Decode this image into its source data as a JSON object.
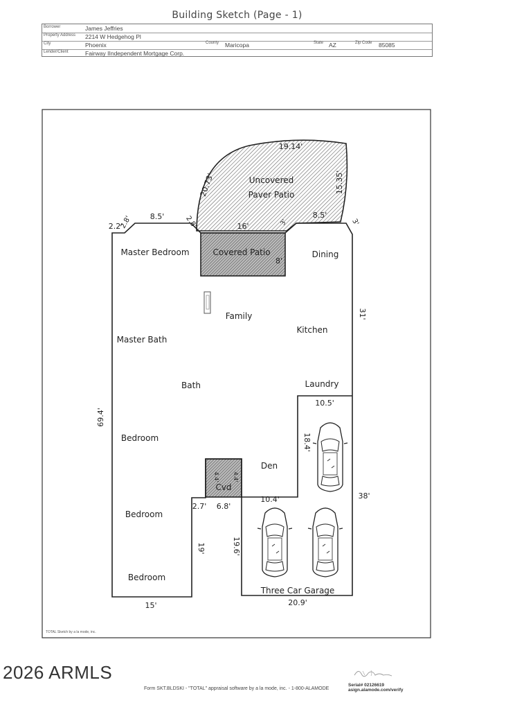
{
  "title": "Building Sketch (Page - 1)",
  "header": {
    "borrower_label": "Borrower",
    "borrower": "James Jeffries",
    "property_address_label": "Property Address",
    "property_address": "2214 W Hedgehog Pl",
    "city_label": "City",
    "city": "Phoenix",
    "county_label": "County",
    "county": "Maricopa",
    "state_label": "State",
    "state": "AZ",
    "zip_label": "Zip Code",
    "zip": "85085",
    "lender_label": "Lender/Client",
    "lender": "Fairway IIndependent Mortgage Corp."
  },
  "rooms": {
    "uncovered_patio_1": "Uncovered",
    "uncovered_patio_2": "Paver Patio",
    "master_bedroom": "Master Bedroom",
    "covered_patio": "Covered Patio",
    "dining": "Dining",
    "family": "Family",
    "kitchen": "Kitchen",
    "master_bath": "Master Bath",
    "bath": "Bath",
    "laundry": "Laundry",
    "bedroom_1": "Bedroom",
    "den": "Den",
    "cvd": "Cvd",
    "bedroom_2": "Bedroom",
    "bedroom_3": "Bedroom",
    "garage": "Three Car Garage"
  },
  "dimensions": {
    "patio_top": "19.14'",
    "patio_left": "20.73'",
    "patio_right": "15.35'",
    "d_2_2": "2.2'",
    "d_2_8a": "2.8'",
    "d_8_5a": "8.5'",
    "d_2_8b": "2.8'",
    "d_16": "16'",
    "d_8_5b": "8.5'",
    "d_3": "3'",
    "d_3b": "3'",
    "d_8": "8'",
    "d_31": "31'",
    "d_69_4": "69.4'",
    "d_10_5": "10.5'",
    "d_18_4": "18.4'",
    "d_38": "38'",
    "d_4_4a": "4.4'",
    "d_4_4b": "4.4'",
    "d_2_7": "2.7'",
    "d_6_8": "6.8'",
    "d_10_4": "10.4'",
    "d_19": "19'",
    "d_19_6": "19.6'",
    "d_15": "15'",
    "d_20_9": "20.9'"
  },
  "sketch_credit": "TOTAL Sketch by a la mode, inc.",
  "watermark": "2026 ARMLS",
  "footer": "Form SKT.BLDSKI - \"TOTAL\" appraisal software by a la mode, inc. - 1-800-ALAMODE",
  "serial": "Serial# 02126619",
  "verify": "asign.alamode.com/verify"
}
